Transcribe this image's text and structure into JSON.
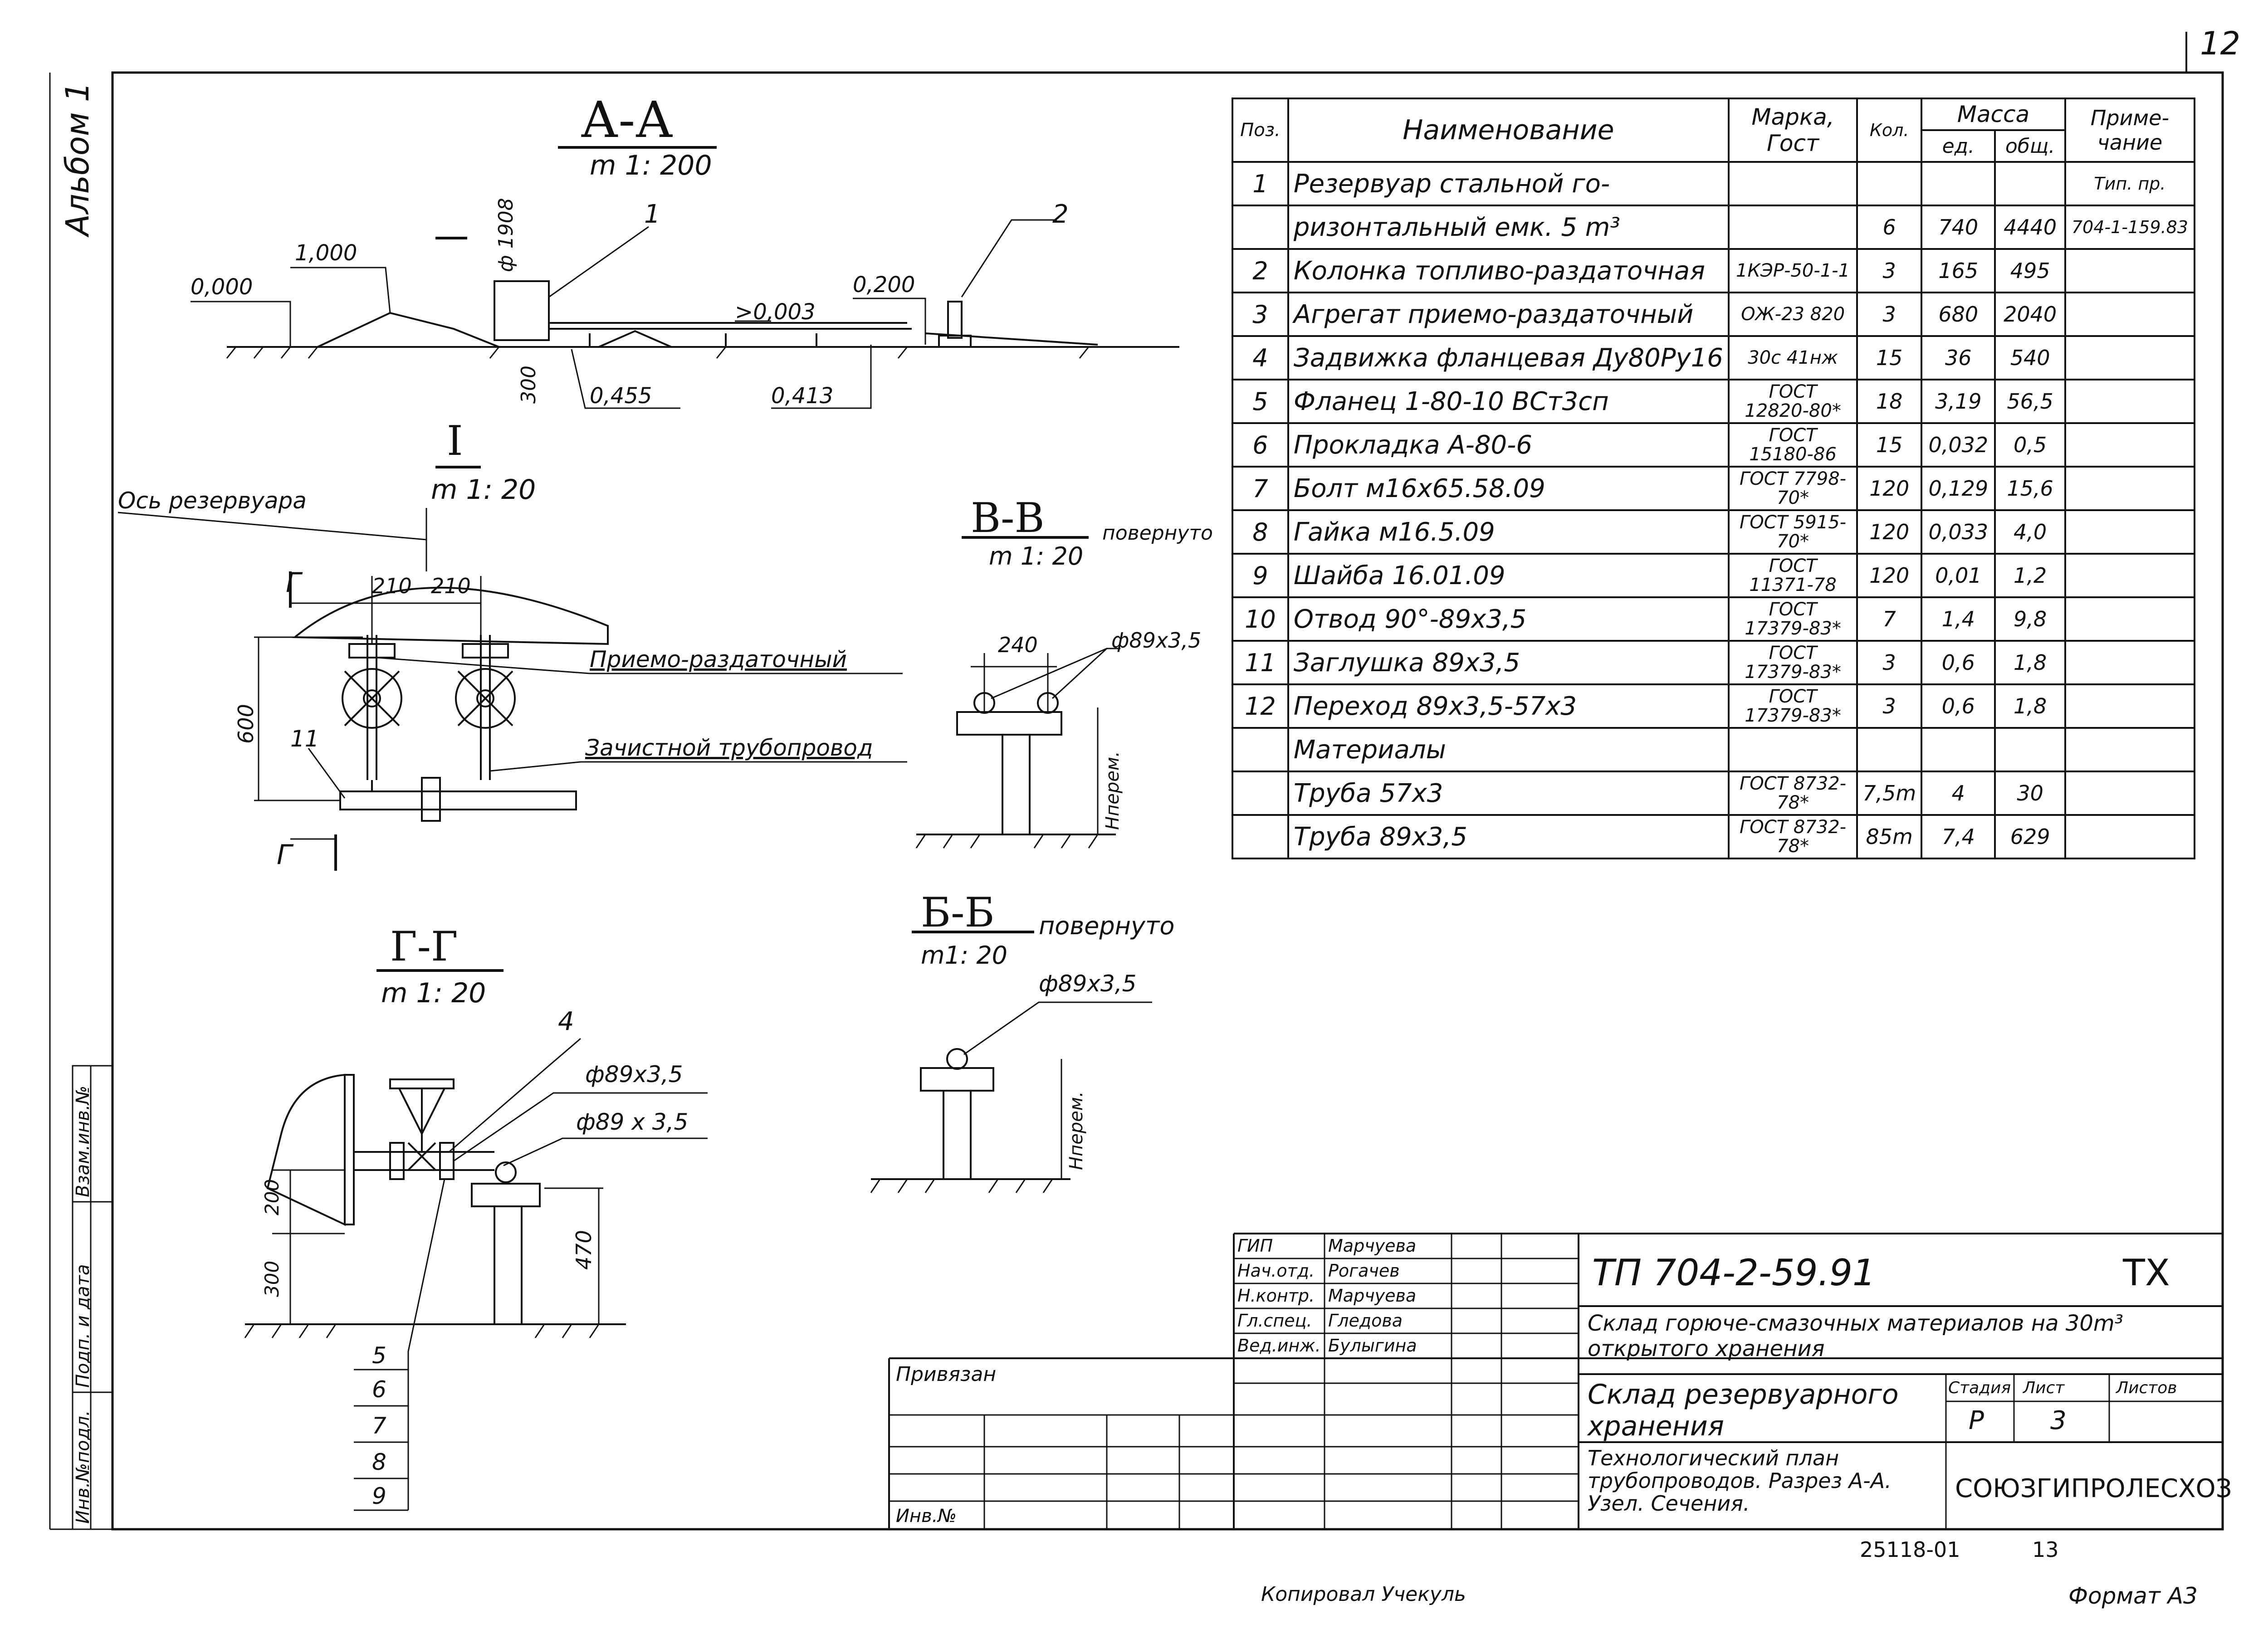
{
  "sheet": {
    "number": "12",
    "album": "Альбом 1",
    "footer_copied": "Копировал Учекуль",
    "footer_format": "Формат А3",
    "doc_code": "25118-01",
    "doc_page": "13"
  },
  "left_stamps": [
    "Инв.№подл.",
    "Подп. и дата",
    "Взам.инв.№"
  ],
  "views": {
    "aa": {
      "title": "А-А",
      "scale": "m 1: 200",
      "labels": [
        "0,000",
        "1,000",
        "ф 1908",
        "1",
        "2",
        "0,200",
        ">0,003",
        "300",
        "0,455",
        "0,413"
      ]
    },
    "node1": {
      "title": "I",
      "scale": "m 1: 20",
      "axis_label": "Ось резервуара",
      "cut": "Г",
      "dims": [
        "210",
        "210",
        "600",
        "11"
      ],
      "labels": [
        "Приемо-раздаточный",
        "Зачистной трубопровод"
      ]
    },
    "bb": {
      "title": "В-В",
      "scale": "m 1: 20",
      "rotated": "повернуто",
      "dims": [
        "240",
        "ф89х3,5",
        "Hперем."
      ]
    },
    "b6": {
      "title": "Б-Б",
      "scale": "m1: 20",
      "rotated": "повернуто",
      "dims": [
        "ф89х3,5",
        "Hперем."
      ]
    },
    "gg": {
      "title": "Г-Г",
      "scale": "m 1: 20",
      "dims": [
        "4",
        "ф89х3,5",
        "ф89 х 3,5",
        "200",
        "300",
        "470"
      ],
      "callouts": [
        "5",
        "6",
        "7",
        "8",
        "9"
      ]
    }
  },
  "spec_table": {
    "headers": {
      "pos": "Поз.",
      "name": "Наименование",
      "mark": "Марка, Гост",
      "qty": "Кол.",
      "mass": "Масса",
      "mass_unit": "ед.",
      "mass_total": "общ.",
      "note": "Приме- чание"
    },
    "rows": [
      {
        "pos": "1",
        "name": "Резервуар стальной го-",
        "mark": "",
        "qty": "",
        "unit": "",
        "total": "",
        "note": "Тип. пр."
      },
      {
        "pos": "",
        "name": "ризонтальный емк. 5 m³",
        "mark": "",
        "qty": "6",
        "unit": "740",
        "total": "4440",
        "note": "704-1-159.83"
      },
      {
        "pos": "2",
        "name": "Колонка топливо-раздаточная",
        "mark": "1КЭР-50-1-1",
        "qty": "3",
        "unit": "165",
        "total": "495",
        "note": ""
      },
      {
        "pos": "3",
        "name": "Агрегат приемо-раздаточный",
        "mark": "ОЖ-23 820",
        "qty": "3",
        "unit": "680",
        "total": "2040",
        "note": ""
      },
      {
        "pos": "4",
        "name": "Задвижка фланцевая Ду80Ру16",
        "mark": "30с 41нж",
        "qty": "15",
        "unit": "36",
        "total": "540",
        "note": ""
      },
      {
        "pos": "5",
        "name": "Фланец 1-80-10 ВСт3сп",
        "mark": "ГОСТ 12820-80*",
        "qty": "18",
        "unit": "3,19",
        "total": "56,5",
        "note": ""
      },
      {
        "pos": "6",
        "name": "Прокладка А-80-6",
        "mark": "ГОСТ 15180-86",
        "qty": "15",
        "unit": "0,032",
        "total": "0,5",
        "note": ""
      },
      {
        "pos": "7",
        "name": "Болт м16х65.58.09",
        "mark": "ГОСТ 7798-70*",
        "qty": "120",
        "unit": "0,129",
        "total": "15,6",
        "note": ""
      },
      {
        "pos": "8",
        "name": "Гайка м16.5.09",
        "mark": "ГОСТ 5915-70*",
        "qty": "120",
        "unit": "0,033",
        "total": "4,0",
        "note": ""
      },
      {
        "pos": "9",
        "name": "Шайба 16.01.09",
        "mark": "ГОСТ 11371-78",
        "qty": "120",
        "unit": "0,01",
        "total": "1,2",
        "note": ""
      },
      {
        "pos": "10",
        "name": "Отвод 90°-89х3,5",
        "mark": "ГОСТ 17379-83*",
        "qty": "7",
        "unit": "1,4",
        "total": "9,8",
        "note": ""
      },
      {
        "pos": "11",
        "name": "Заглушка 89х3,5",
        "mark": "ГОСТ 17379-83*",
        "qty": "3",
        "unit": "0,6",
        "total": "1,8",
        "note": ""
      },
      {
        "pos": "12",
        "name": "Переход 89х3,5-57х3",
        "mark": "ГОСТ 17379-83*",
        "qty": "3",
        "unit": "0,6",
        "total": "1,8",
        "note": ""
      },
      {
        "pos": "",
        "name": "Материалы",
        "mark": "",
        "qty": "",
        "unit": "",
        "total": "",
        "note": ""
      },
      {
        "pos": "",
        "name": "Труба 57х3",
        "mark": "ГОСТ 8732-78*",
        "qty": "7,5m",
        "unit": "4",
        "total": "30",
        "note": ""
      },
      {
        "pos": "",
        "name": "Труба 89х3,5",
        "mark": "ГОСТ 8732-78*",
        "qty": "85m",
        "unit": "7,4",
        "total": "629",
        "note": ""
      }
    ]
  },
  "title_block": {
    "signers": [
      {
        "role": "ГИП",
        "name": "Марчуева"
      },
      {
        "role": "Нач.отд.",
        "name": "Рогачев"
      },
      {
        "role": "Н.контр.",
        "name": "Марчуева"
      },
      {
        "role": "Гл.спец.",
        "name": "Гледова"
      },
      {
        "role": "Вед.инж.",
        "name": "Булыгина"
      }
    ],
    "project": "ТП 704-2-59.91",
    "mark": "ТХ",
    "object": "Склад горюче-смазочных материалов на 30m³ открытого хранения",
    "building": "Склад резервуарного хранения",
    "stage_h": "Стадия",
    "sheet_h": "Лист",
    "sheets_h": "Листов",
    "stage": "Р",
    "sheet": "3",
    "drawing": "Технологический план трубопроводов. Разрез А-А. Узел. Сечения.",
    "org": "СОЮЗГИПРОЛЕСХОЗ",
    "bound": "Привязан",
    "inv": "Инв.№"
  }
}
